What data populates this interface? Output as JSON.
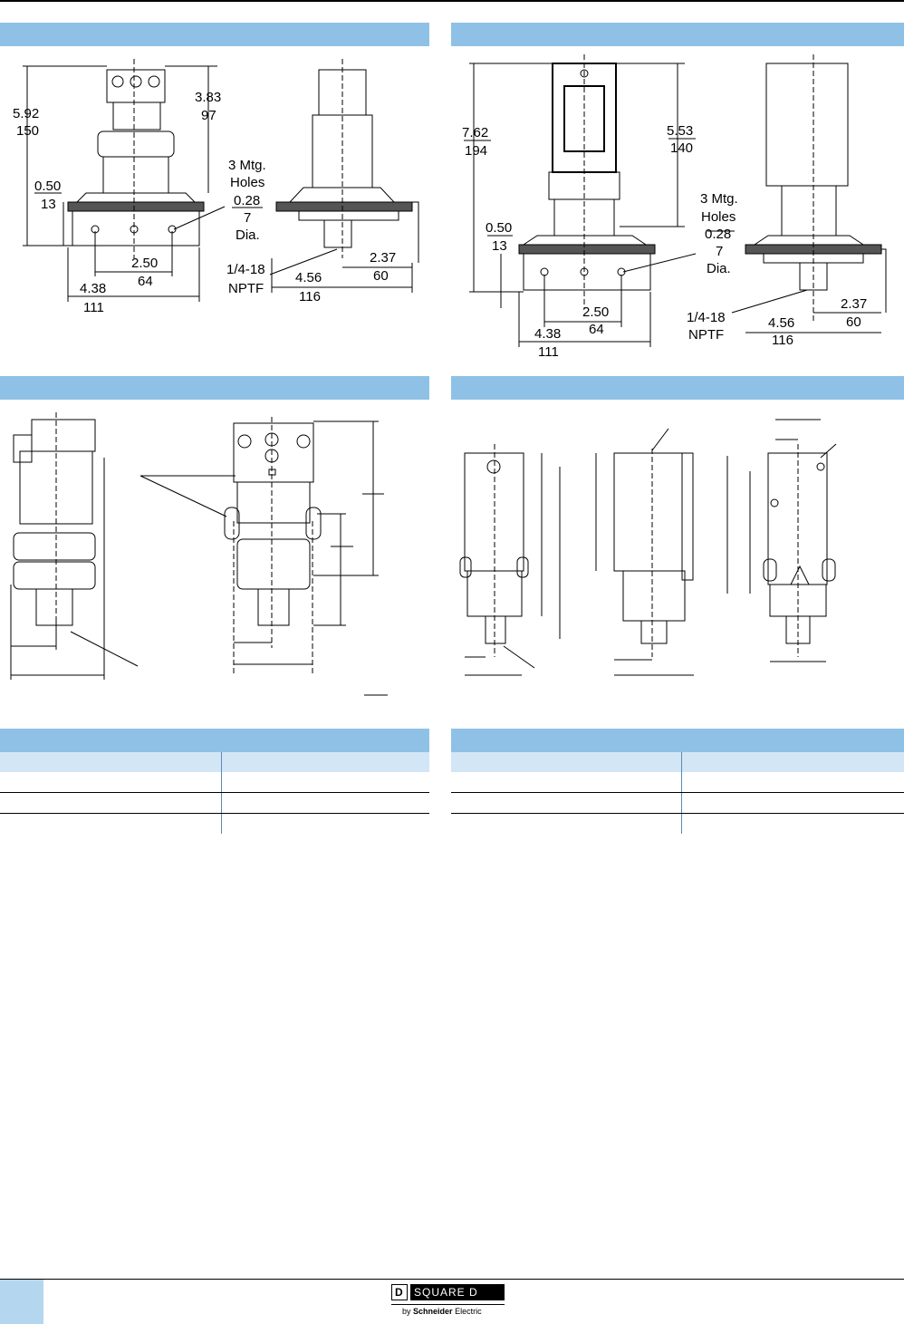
{
  "dims_top_left": {
    "overall_height": {
      "in": "5.92",
      "mm": "150"
    },
    "upper_height": {
      "in": "3.83",
      "mm": "97"
    },
    "base_height": {
      "in": "0.50",
      "mm": "13"
    },
    "holes_label_1": "3 Mtg.",
    "holes_label_2": "Holes",
    "holes_dia": {
      "in": "0.28",
      "mm": "7"
    },
    "holes_label_3": "Dia.",
    "hole_spacing": {
      "in": "2.50",
      "mm": "64"
    },
    "base_width": {
      "in": "4.38",
      "mm": "111"
    },
    "port_label_1": "1/4-18",
    "port_label_2": "NPTF",
    "side_offset": {
      "in": "2.37",
      "mm": "60"
    },
    "side_width": {
      "in": "4.56",
      "mm": "116"
    }
  },
  "dims_top_right": {
    "overall_height": {
      "in": "7.62",
      "mm": "194"
    },
    "upper_height": {
      "in": "5.53",
      "mm": "140"
    },
    "base_height": {
      "in": "0.50",
      "mm": "13"
    },
    "holes_label_1": "3 Mtg.",
    "holes_label_2": "Holes",
    "holes_dia": {
      "in": "0.28",
      "mm": "7"
    },
    "holes_label_3": "Dia.",
    "hole_spacing": {
      "in": "2.50",
      "mm": "64"
    },
    "base_width": {
      "in": "4.38",
      "mm": "111"
    },
    "port_label_1": "1/4-18",
    "port_label_2": "NPTF",
    "side_offset": {
      "in": "2.37",
      "mm": "60"
    },
    "side_width": {
      "in": "4.56",
      "mm": "116"
    }
  },
  "brand": {
    "mark": "D",
    "name": "SQUARE D",
    "by": "by",
    "parent_bold": "Schneider",
    "parent_rest": "Electric"
  },
  "colors": {
    "band": "#8fc1e6",
    "subband": "#d2e6f6",
    "tab": "#b5d6ef"
  }
}
